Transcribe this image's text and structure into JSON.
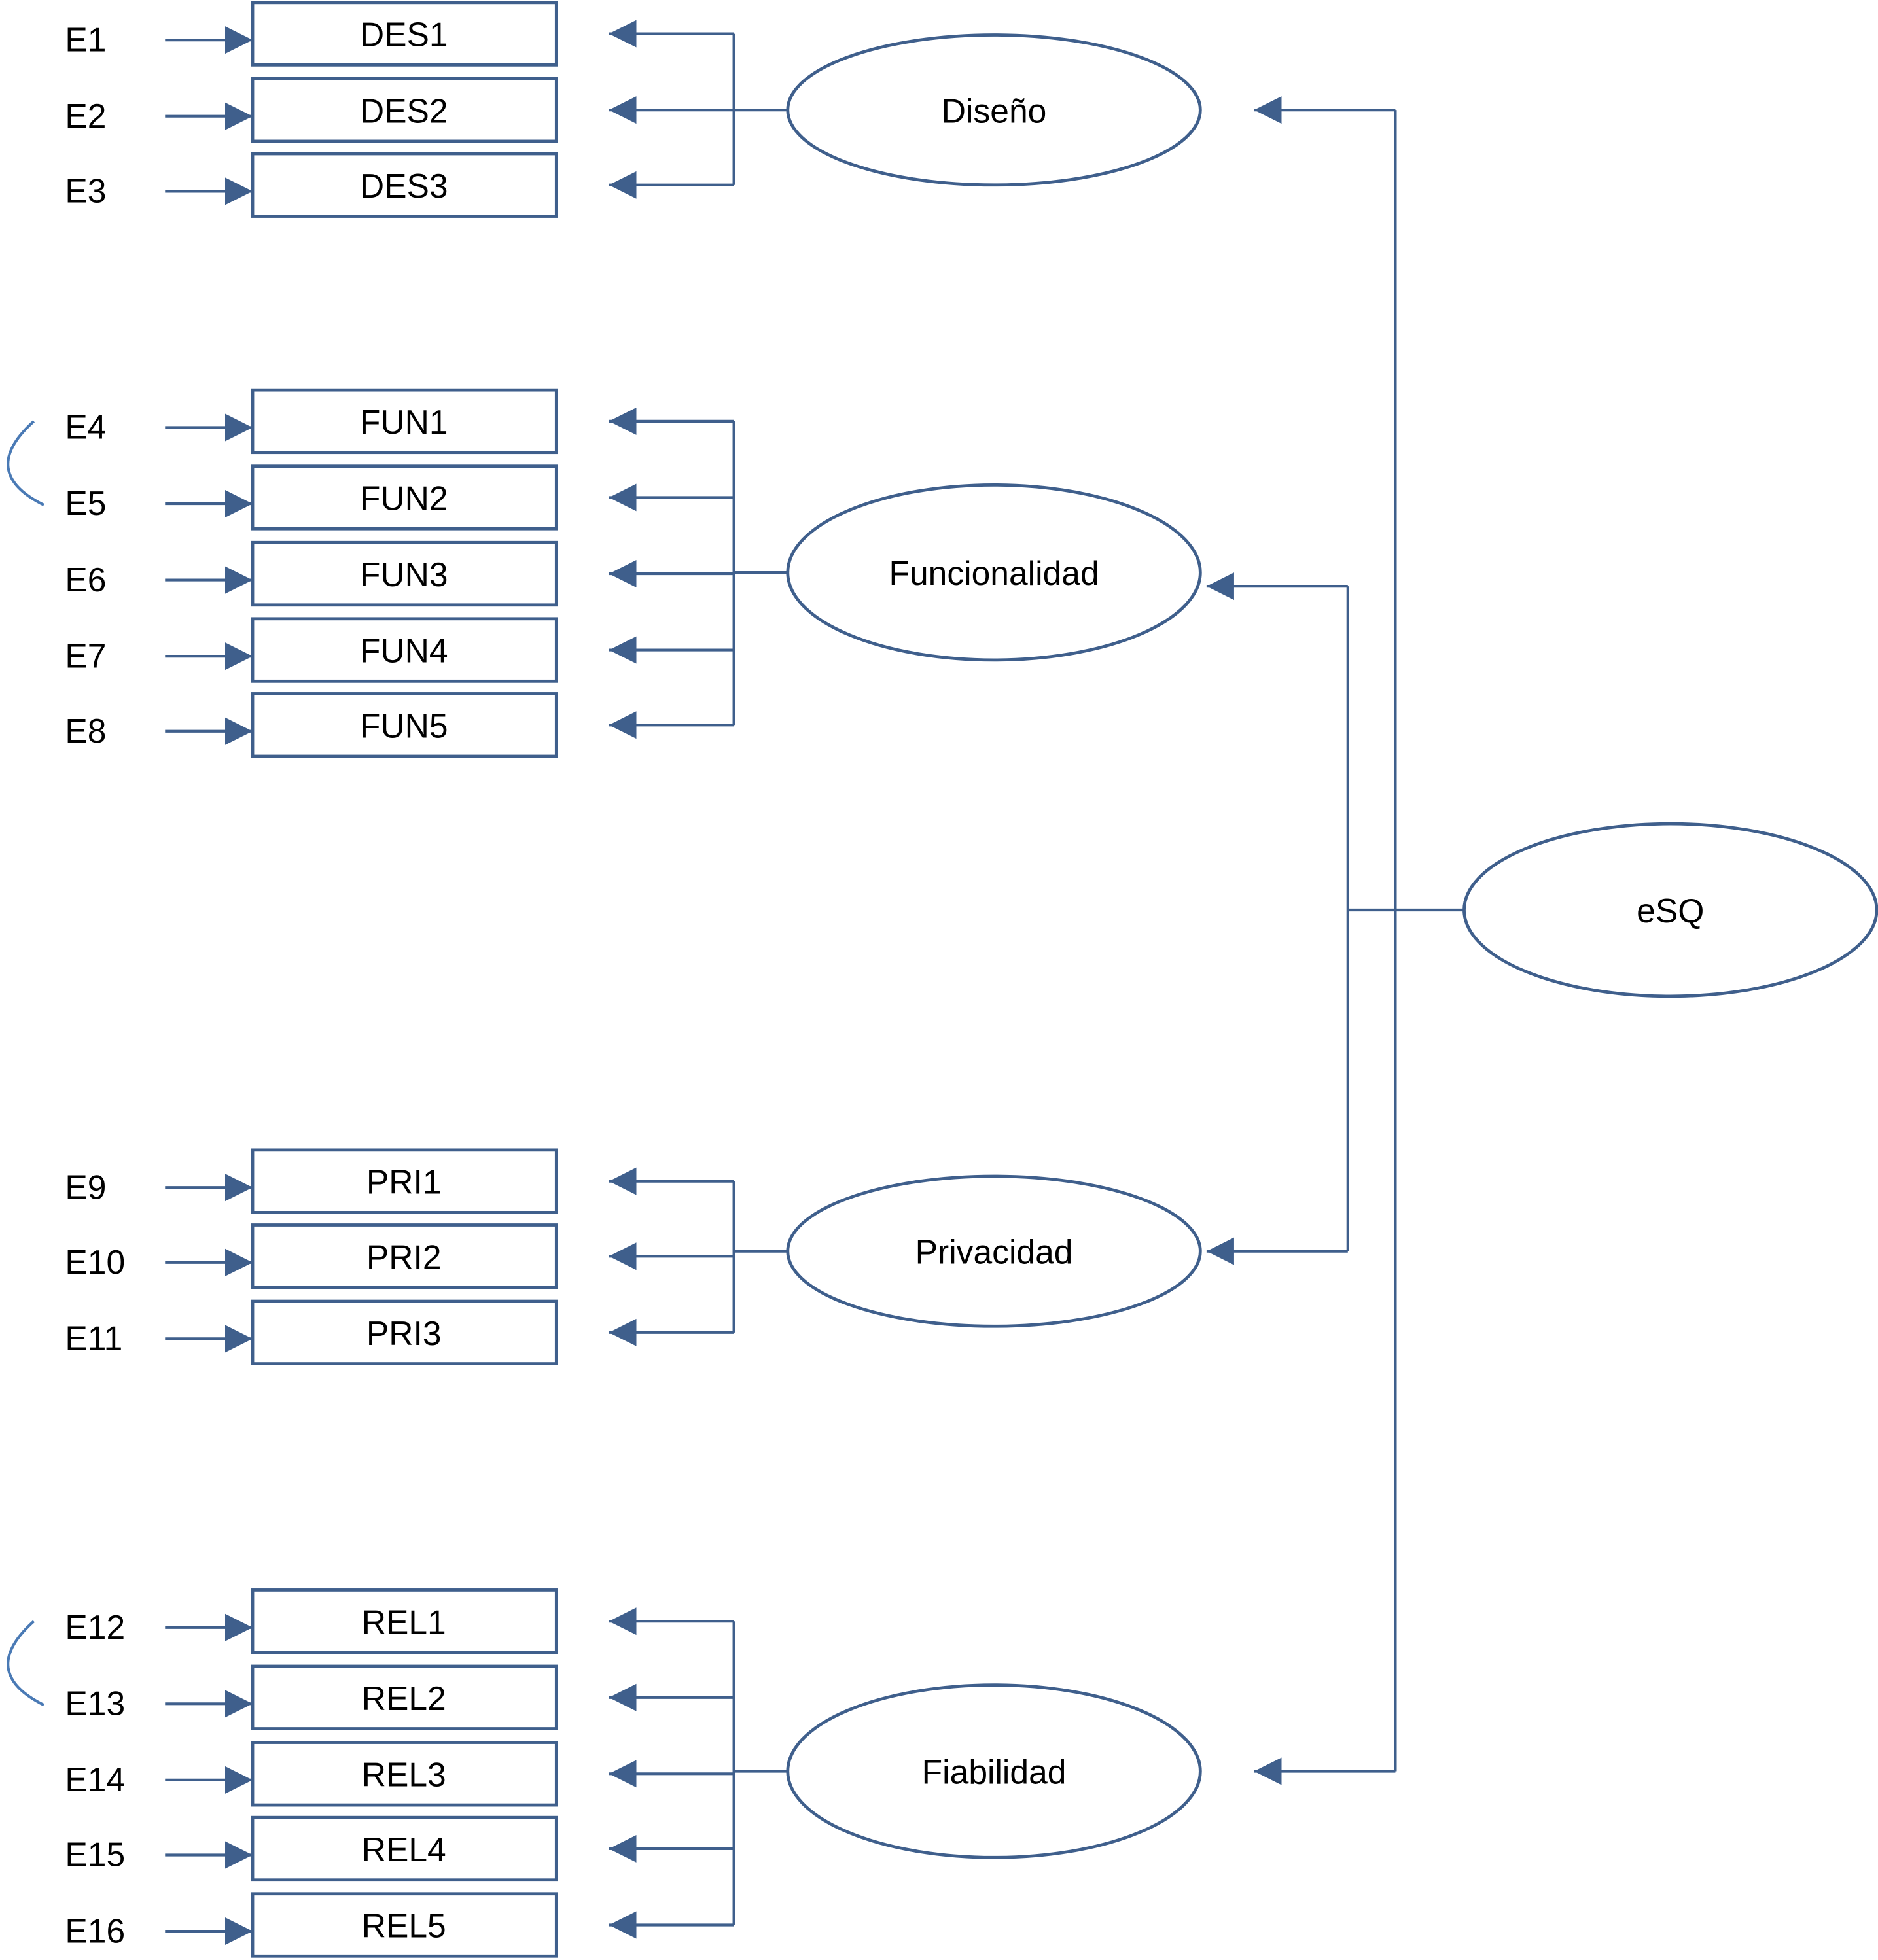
{
  "colors": {
    "line": "#3F5F8C",
    "correlation": "#4A7AB5",
    "text": "#000000"
  },
  "second_order": {
    "label": "eSQ"
  },
  "factors": [
    {
      "label": "Diseño",
      "items": [
        {
          "e": "E1",
          "v": "DES1"
        },
        {
          "e": "E2",
          "v": "DES2"
        },
        {
          "e": "E3",
          "v": "DES3"
        }
      ]
    },
    {
      "label": "Funcionalidad",
      "items": [
        {
          "e": "E4",
          "v": "FUN1"
        },
        {
          "e": "E5",
          "v": "FUN2"
        },
        {
          "e": "E6",
          "v": "FUN3"
        },
        {
          "e": "E7",
          "v": "FUN4"
        },
        {
          "e": "E8",
          "v": "FUN5"
        }
      ]
    },
    {
      "label": "Privacidad",
      "items": [
        {
          "e": "E9",
          "v": "PRI1"
        },
        {
          "e": "E10",
          "v": "PRI2"
        },
        {
          "e": "E11",
          "v": "PRI3"
        }
      ]
    },
    {
      "label": "Fiabilidad",
      "items": [
        {
          "e": "E12",
          "v": "REL1"
        },
        {
          "e": "E13",
          "v": "REL2"
        },
        {
          "e": "E14",
          "v": "REL3"
        },
        {
          "e": "E15",
          "v": "REL4"
        },
        {
          "e": "E16",
          "v": "REL5"
        }
      ]
    }
  ],
  "error_correlations": [
    [
      "E4",
      "E5"
    ],
    [
      "E12",
      "E13"
    ]
  ]
}
